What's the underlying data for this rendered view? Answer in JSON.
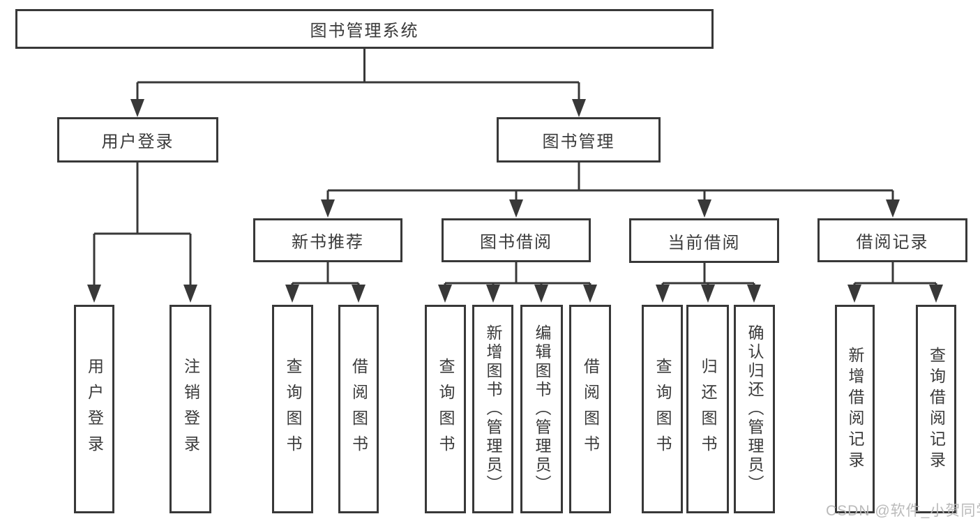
{
  "diagram": {
    "root": {
      "label": "图书管理系统"
    },
    "level1": [
      {
        "label": "用户登录",
        "parent": "图书管理系统"
      },
      {
        "label": "图书管理",
        "parent": "图书管理系统"
      }
    ],
    "level2": [
      {
        "label": "新书推荐",
        "parent": "图书管理"
      },
      {
        "label": "图书借阅",
        "parent": "图书管理"
      },
      {
        "label": "当前借阅",
        "parent": "图书管理"
      },
      {
        "label": "借阅记录",
        "parent": "图书管理"
      }
    ],
    "leaves": [
      {
        "label": "用户登录",
        "parent": "用户登录"
      },
      {
        "label": "注销登录",
        "parent": "用户登录"
      },
      {
        "label": "查询图书",
        "parent": "新书推荐"
      },
      {
        "label": "借阅图书",
        "parent": "新书推荐"
      },
      {
        "label": "查询图书",
        "parent": "图书借阅"
      },
      {
        "label": "新增图书（管理员）",
        "parent": "图书借阅"
      },
      {
        "label": "编辑图书（管理员）",
        "parent": "图书借阅"
      },
      {
        "label": "借阅图书",
        "parent": "图书借阅"
      },
      {
        "label": "查询图书",
        "parent": "当前借阅"
      },
      {
        "label": "归还图书",
        "parent": "当前借阅"
      },
      {
        "label": "确认归还（管理员）",
        "parent": "当前借阅"
      },
      {
        "label": "新增借阅记录",
        "parent": "借阅记录"
      },
      {
        "label": "查询借阅记录",
        "parent": "借阅记录"
      }
    ],
    "watermark": "CSDN @软件_小贺同学",
    "colors": {
      "line": "#383838",
      "box_border": "#383838",
      "text": "#3a3a3a",
      "watermark": "#b6b6b6",
      "background": "#ffffff"
    }
  }
}
